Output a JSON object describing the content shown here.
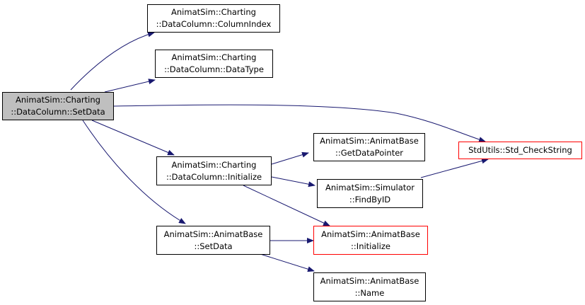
{
  "colors": {
    "edge": "#191970",
    "node_border": "#000000",
    "truncated_border": "#ff0000",
    "current_fill": "#bfbfbf"
  },
  "nodes": {
    "setdata_main": {
      "line1": "AnimatSim::Charting",
      "line2": "::DataColumn::SetData"
    },
    "columnindex": {
      "line1": "AnimatSim::Charting",
      "line2": "::DataColumn::ColumnIndex"
    },
    "datatype": {
      "line1": "AnimatSim::Charting",
      "line2": "::DataColumn::DataType"
    },
    "initialize": {
      "line1": "AnimatSim::Charting",
      "line2": "::DataColumn::Initialize"
    },
    "base_setdata": {
      "line1": "AnimatSim::AnimatBase",
      "line2": "::SetData"
    },
    "getdatapointer": {
      "line1": "AnimatSim::AnimatBase",
      "line2": "::GetDataPointer"
    },
    "findbyid": {
      "line1": "AnimatSim::Simulator",
      "line2": "::FindByID"
    },
    "base_initialize": {
      "line1": "AnimatSim::AnimatBase",
      "line2": "::Initialize"
    },
    "base_name": {
      "line1": "AnimatSim::AnimatBase",
      "line2": "::Name"
    },
    "checkstring": {
      "line1": "StdUtils::Std_CheckString"
    }
  }
}
